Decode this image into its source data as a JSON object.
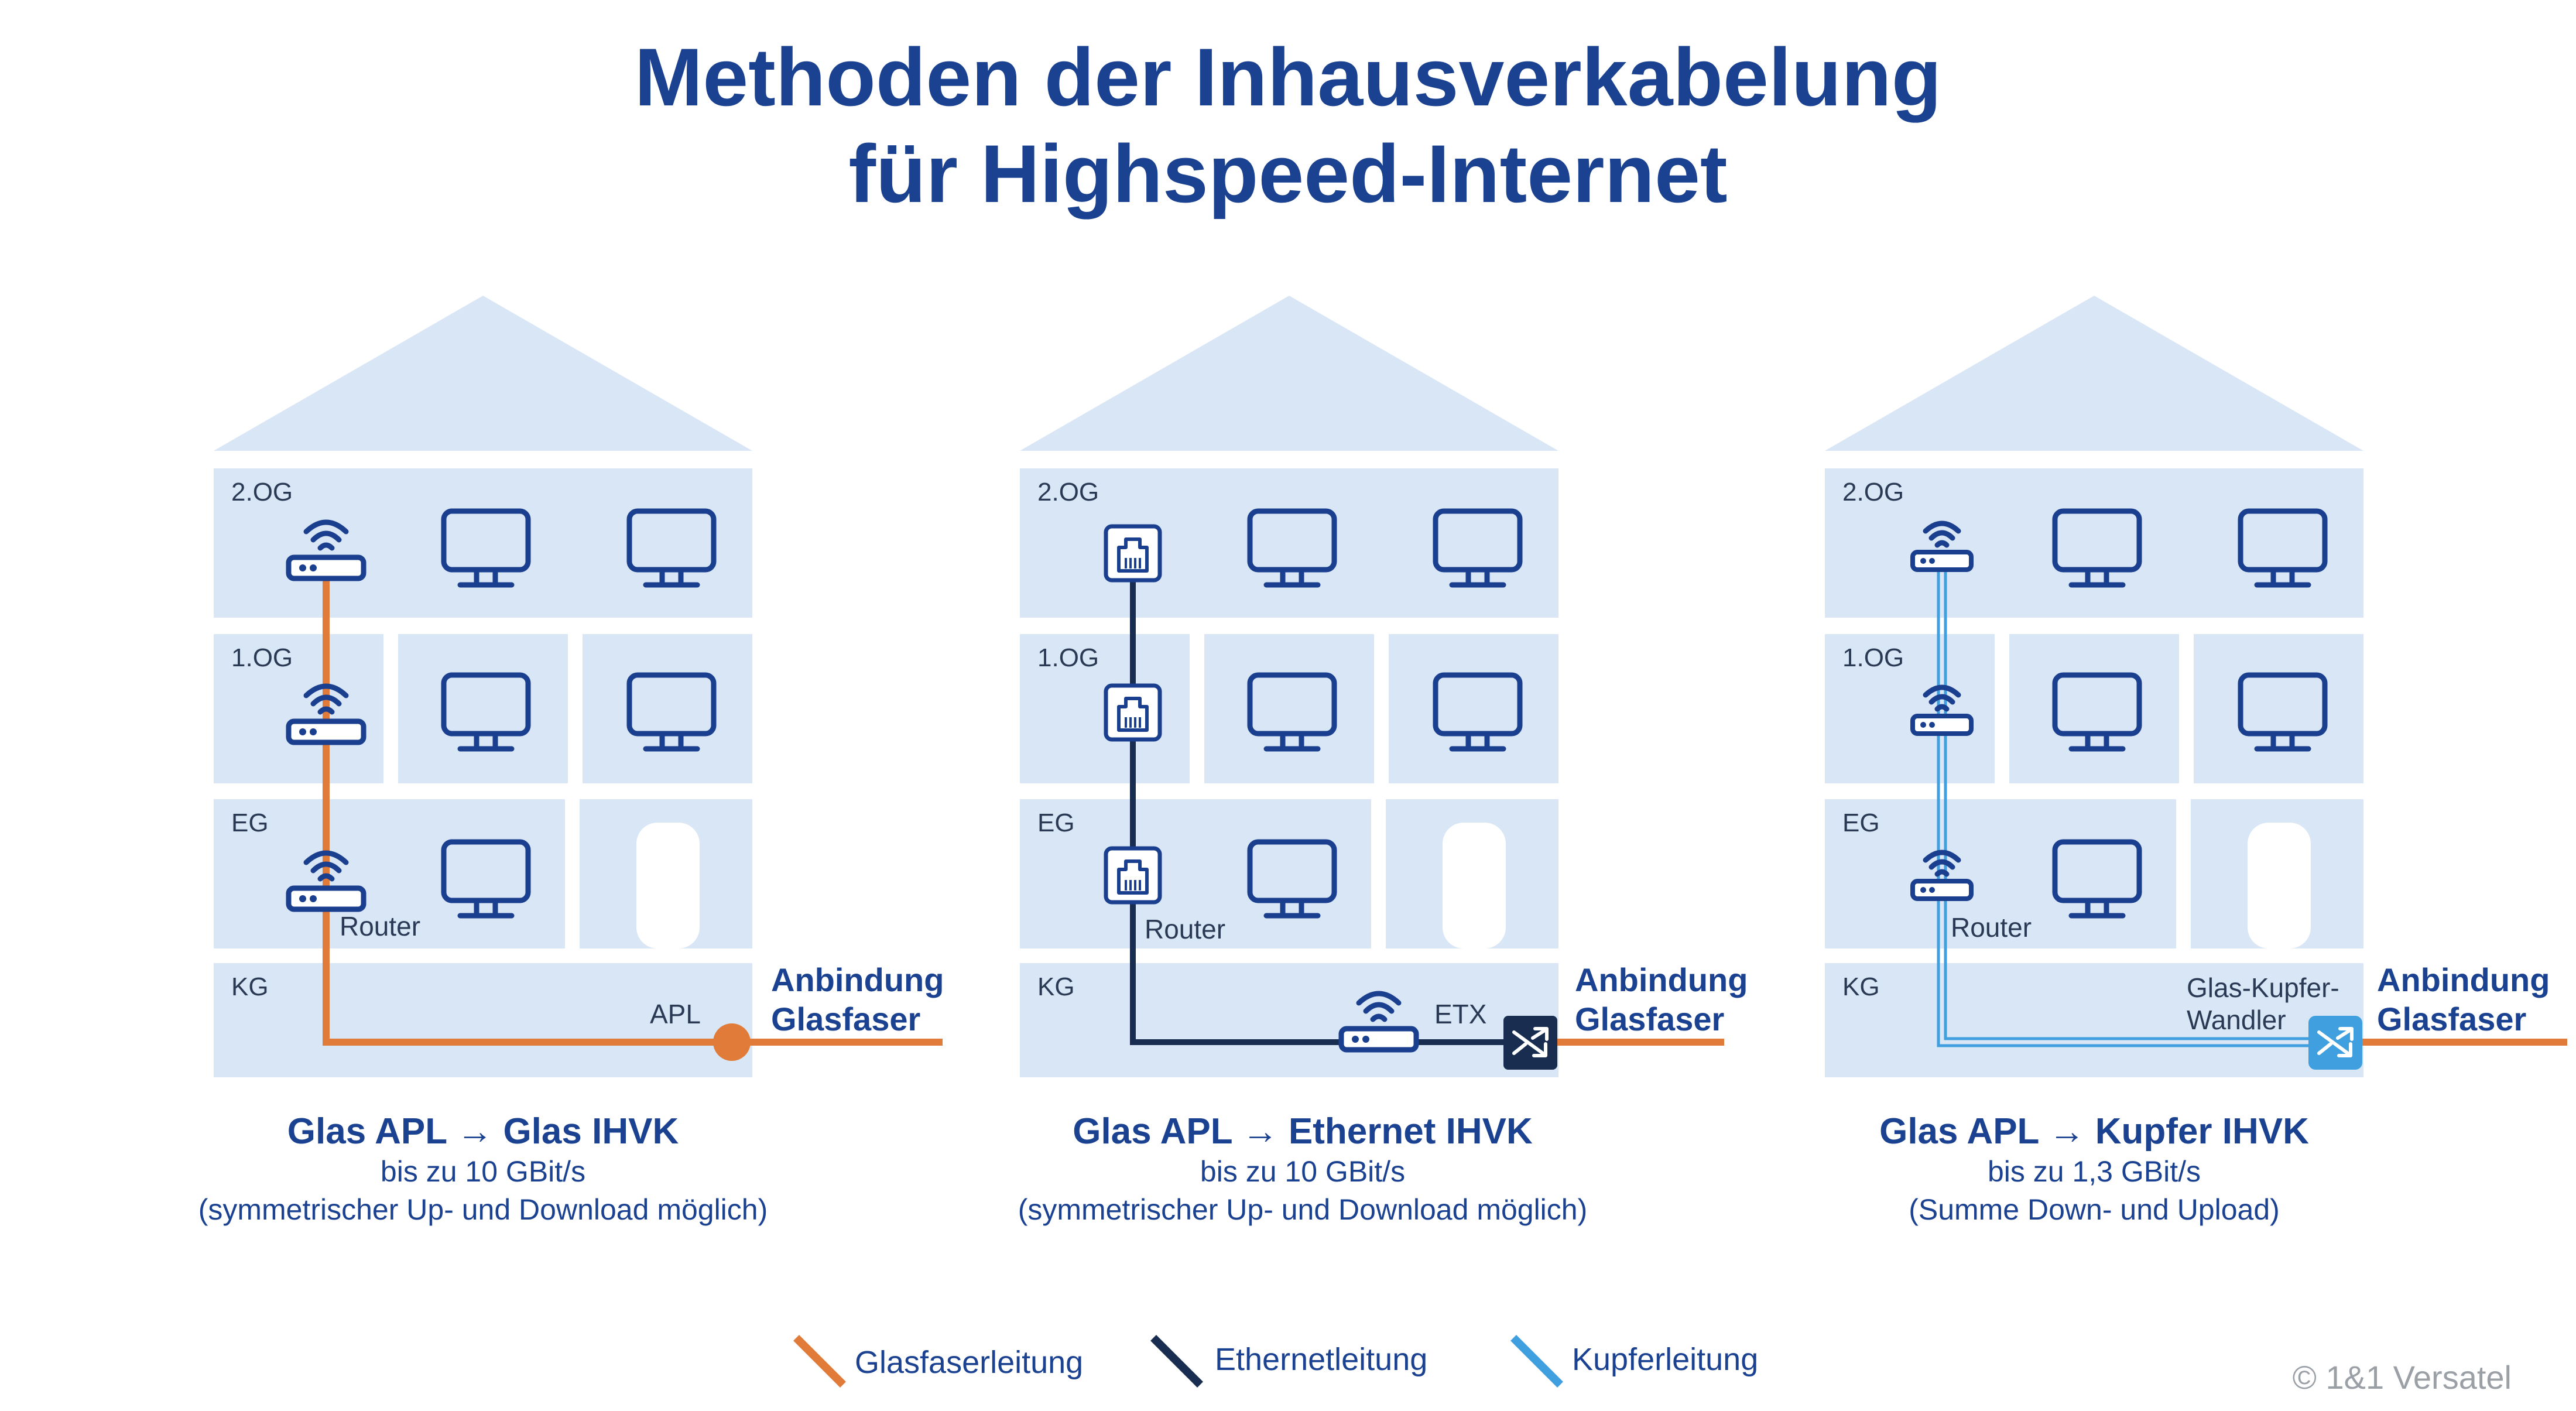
{
  "title": {
    "line1": "Methoden der Inhausverkabelung",
    "line2": "für Highspeed-Internet"
  },
  "houses": [
    {
      "floors": [
        "2.OG",
        "1.OG",
        "EG",
        "KG"
      ],
      "router_label": "Router",
      "connection_point_label": "APL",
      "connection_line1": "Anbindung",
      "connection_line2": "Glasfaser",
      "cable_type": "glass",
      "cable_color": "#e07b39",
      "caption_title": "Glas APL → Glas IHVK",
      "caption_speed": "bis zu 10 GBit/s",
      "caption_note": "(symmetrischer Up- und Download möglich)"
    },
    {
      "floors": [
        "2.OG",
        "1.OG",
        "EG",
        "KG"
      ],
      "router_label": "Router",
      "connection_point_label": "ETX",
      "connection_line1": "Anbindung",
      "connection_line2": "Glasfaser",
      "cable_type": "ethernet",
      "cable_color": "#182d4f",
      "caption_title": "Glas APL → Ethernet IHVK",
      "caption_speed": "bis zu 10 GBit/s",
      "caption_note": "(symmetrischer Up- und Download möglich)"
    },
    {
      "floors": [
        "2.OG",
        "1.OG",
        "EG",
        "KG"
      ],
      "router_label": "Router",
      "connection_point_label_line1": "Glas-Kupfer-",
      "connection_point_label_line2": "Wandler",
      "connection_line1": "Anbindung",
      "connection_line2": "Glasfaser",
      "cable_type": "copper",
      "cable_color": "#3f9fdf",
      "caption_title": "Glas APL → Kupfer IHVK",
      "caption_speed": "bis zu 1,3 GBit/s",
      "caption_note": "(Summe Down- und Upload)"
    }
  ],
  "legend": [
    {
      "label": "Glasfaserleitung",
      "color": "#e07b39"
    },
    {
      "label": "Ethernetleitung",
      "color": "#182d4f"
    },
    {
      "label": "Kupferleitung",
      "color": "#3f9fdf"
    }
  ],
  "copyright": "© 1&1 Versatel",
  "colors": {
    "title": "#1b4191",
    "wall": "#d9e6f5",
    "icon": "#1b3f8f",
    "glass": "#e07b39",
    "ethernet": "#182d4f",
    "copper": "#3f9fdf"
  },
  "icons": {
    "router": "wifi-router-icon",
    "monitor": "monitor-icon",
    "socket": "ethernet-socket-icon",
    "converter": "converter-icon",
    "door": "door-icon"
  }
}
